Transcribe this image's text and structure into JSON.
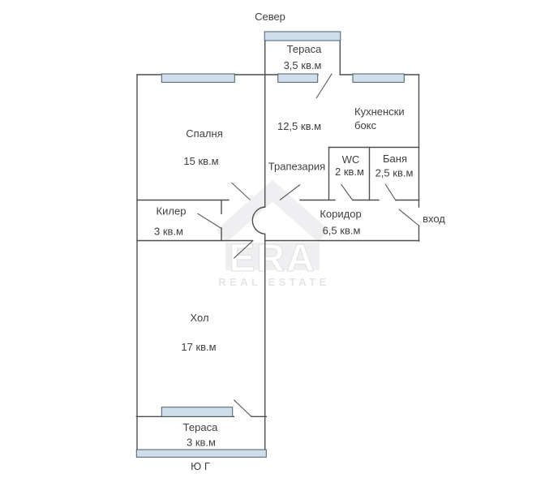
{
  "compass": {
    "north": "Север",
    "south": "Ю Г"
  },
  "watermark": {
    "brand": "ERA",
    "tagline": "REAL ESTATE"
  },
  "rooms": {
    "terrace_north": {
      "name": "Тераса",
      "area": "3,5 кв.м"
    },
    "bedroom": {
      "name": "Спалня",
      "area": "15 кв.м"
    },
    "dining": {
      "name": "Трапезария",
      "area": "12,5 кв.м"
    },
    "kitchen": {
      "name_line1": "Кухненски",
      "name_line2": "бокс"
    },
    "wc": {
      "name": "WC",
      "area": "2 кв.м"
    },
    "bath": {
      "name": "Баня",
      "area": "2,5 кв.м"
    },
    "closet": {
      "name": "Килер",
      "area": "3 кв.м"
    },
    "corridor": {
      "name": "Коридор",
      "area": "6,5 кв.м"
    },
    "entrance": {
      "label": "вход"
    },
    "living": {
      "name": "Хол",
      "area": "17 кв.м"
    },
    "terrace_south": {
      "name": "Тераса",
      "area": "3 кв.м"
    }
  },
  "colors": {
    "wall": "#4f4f4f",
    "window_fill": "#cfdee8",
    "window_stroke": "#4a5f6d",
    "text": "#3f3f3f"
  }
}
